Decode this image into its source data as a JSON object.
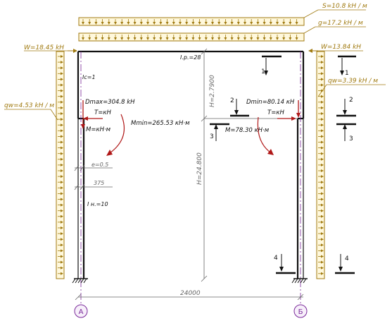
{
  "colors": {
    "load": "#a07a10",
    "load_fill": "#fff8dc",
    "force": "#b01818",
    "frame": "#111111",
    "dim": "#666666",
    "axis": "#7a2a9a",
    "axis_fill": "#f7effa"
  },
  "loads": {
    "snow": "S=10.8 kH / м",
    "dead": "g=17.2 kH / м",
    "wind_left_w": "W=18.45 kH",
    "wind_left_q": "qw=4.53 kH / м",
    "wind_right_w": "W=13.84 kH",
    "wind_right_q": "qw=3.39 kH / м"
  },
  "frame": {
    "beam_label": "I.p.=28",
    "col_left_label": "Iс=1",
    "col_left_label_lower": "I н.=10",
    "crane_span_height": "H=2.7900",
    "col_height": "H=24.800"
  },
  "crane_left": {
    "dmax": "Dmax=304.8 kH",
    "t": "T=кН",
    "m": "M=кН·м",
    "mmin": "Mmin=265.53 кН·м",
    "e": "e=0.5",
    "a": "375"
  },
  "crane_right": {
    "dmin": "Dmin=80.14 кН",
    "t": "T=кН",
    "m": "M=78.30 кН·м"
  },
  "sections": [
    "1",
    "1",
    "2",
    "2",
    "3",
    "3",
    "4",
    "4"
  ],
  "dims": {
    "span": "24000"
  },
  "axes": {
    "left": "А",
    "right": "Б"
  }
}
